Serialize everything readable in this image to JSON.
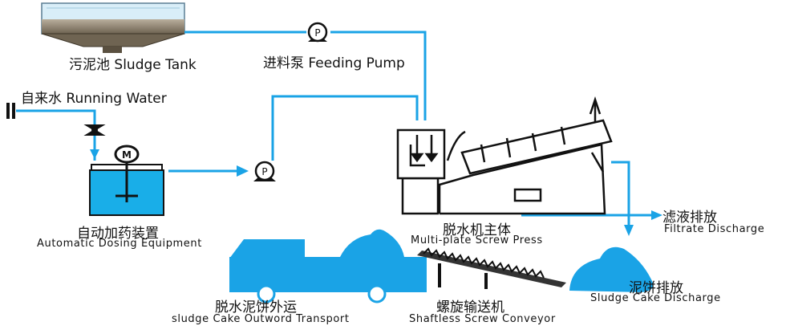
{
  "labels": {
    "sludge_tank": "污泥池 Sludge Tank",
    "feeding_pump": "进料泵 Feeding Pump",
    "running_water": "自来水 Running Water",
    "dosing_cn": "自动加药装置",
    "dosing_en": "Automatic Dosing Equipment",
    "press_cn": "脱水机主体",
    "press_en": "Multi-plate Screw Press",
    "filtrate_cn": "滤液排放",
    "filtrate_en": "Filtrate Discharge",
    "cake_cn": "泥饼排放",
    "cake_en": "Sludge Cake Discharge",
    "transport_cn": "脱水泥饼外运",
    "transport_en": "sludge Cake Outword Transport",
    "conveyor_cn": "螺旋输送机",
    "conveyor_en": "Shaftless Screw Conveyor",
    "pump_mark": "P",
    "motor_mark": "M"
  },
  "colors": {
    "pipe": "#1aa3e6",
    "water": "#19aee8",
    "sludge": "#8a7d6a",
    "outline": "#111111",
    "truck": "#1aa3e6"
  },
  "icons": [
    "pump-icon",
    "valve-icon",
    "motor-icon",
    "agitator-icon",
    "arrow-icon"
  ]
}
